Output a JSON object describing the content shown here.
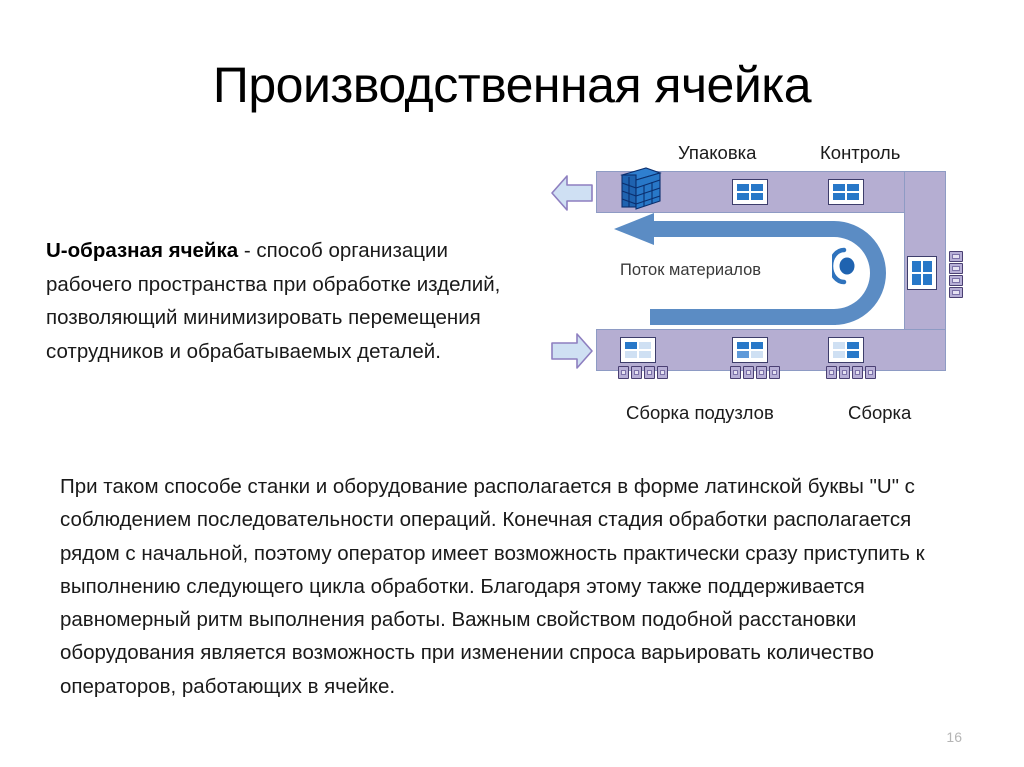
{
  "slide": {
    "title": "Производственная ячейка",
    "page_number": "16"
  },
  "definition": {
    "term": "U-образная ячейка",
    "rest": " - способ организации рабочего пространства при обработке изделий, позволяющий минимизировать перемещения сотрудников и обрабатываемых деталей."
  },
  "body": {
    "paragraph": "При таком способе станки и оборудование располагается в форме латинской буквы \"U\" с соблюдением последовательности операций. Конечная стадия обработки располагается рядом с начальной, поэтому оператор имеет возможность практически сразу приступить к выполнению следующего цикла обработки. Благодаря этому также поддерживается равномерный ритм выполнения работы. Важным свойством подобной расстановки оборудования является возможность при изменении спроса варьировать количество операторов, работающих в ячейке."
  },
  "diagram": {
    "labels": {
      "packaging": "Упаковка",
      "control": "Контроль",
      "subassembly": "Сборка подузлов",
      "assembly": "Сборка",
      "material_flow": "Поток материалов"
    },
    "colors": {
      "cell_band": "#b5aed2",
      "cell_band_border": "#8e9bc4",
      "flow_arrow": "#5b8cc4",
      "station_pane": "#2878c8",
      "io_arrow_fill": "#cfe0f3",
      "io_arrow_border": "#8e7fc0",
      "operator": "#1f63b0"
    },
    "stations": [
      {
        "name": "packaging-pallet-stack",
        "row": "top"
      },
      {
        "name": "packaging-station",
        "row": "top"
      },
      {
        "name": "control-station",
        "row": "top"
      },
      {
        "name": "right-station",
        "row": "right"
      },
      {
        "name": "subassembly-station-1",
        "row": "bottom"
      },
      {
        "name": "subassembly-station-2",
        "row": "bottom"
      },
      {
        "name": "assembly-station",
        "row": "bottom"
      }
    ],
    "arrows": {
      "output_direction": "left",
      "input_direction": "right"
    }
  }
}
